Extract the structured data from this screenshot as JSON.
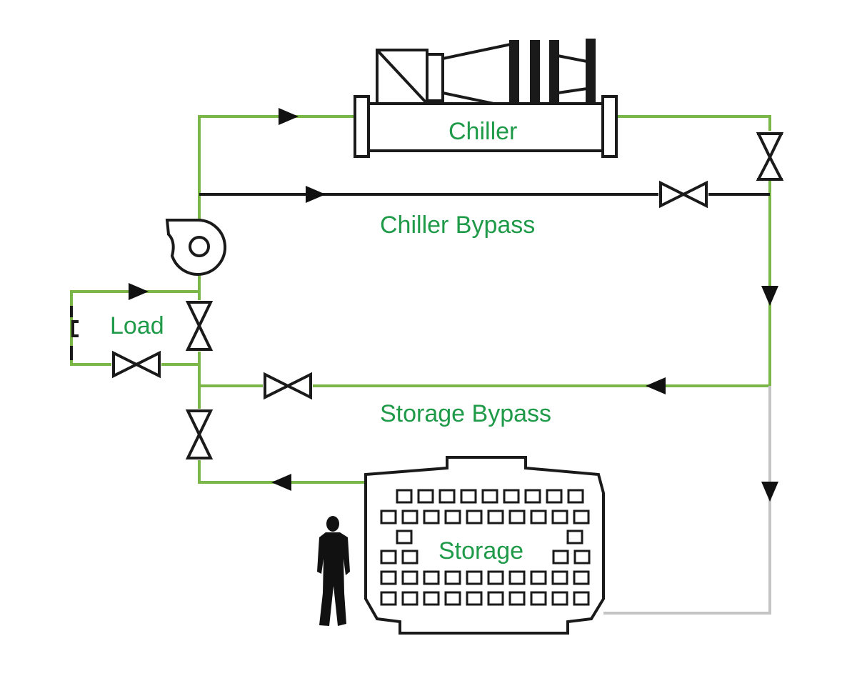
{
  "labels": {
    "chiller": "Chiller",
    "chiller_bypass": "Chiller Bypass",
    "load": "Load",
    "storage_bypass": "Storage Bypass",
    "storage": "Storage"
  },
  "colors": {
    "active_pipe": "#7ab648",
    "inactive_pipe": "#c4c4c4",
    "label_text": "#1e9a48",
    "equipment": "#1a1a1a"
  },
  "icons": [
    "chiller-icon",
    "pump-icon",
    "valve-icon",
    "flow-arrow-icon",
    "ice-storage-tank-icon",
    "person-silhouette-icon"
  ]
}
